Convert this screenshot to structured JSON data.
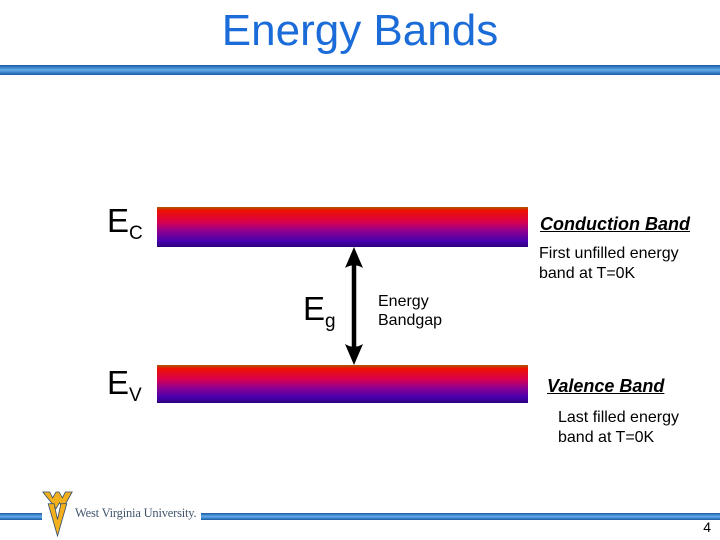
{
  "slide": {
    "title": "Energy Bands",
    "page_number": "4",
    "footer": {
      "university": "West Virginia University."
    },
    "colors": {
      "title_blue": "#1b6cd8",
      "rule_blue": "#3f87cf",
      "band_gradient_top": "#ee1100",
      "band_gradient_bottom": "#2c007c",
      "wv_gold": "#f2b01e"
    }
  },
  "diagram": {
    "conduction": {
      "level_label": "E",
      "level_sub": "C",
      "name": "Conduction Band",
      "desc_lines": [
        "First unfilled energy",
        "band at T=0K"
      ]
    },
    "valence": {
      "level_label": "E",
      "level_sub": "V",
      "name": "Valence Band",
      "desc_lines": [
        "Last filled energy",
        "band at T=0K"
      ]
    },
    "bandgap": {
      "level_label": "E",
      "level_sub": "g",
      "label_lines": [
        "Energy",
        "Bandgap"
      ]
    }
  }
}
